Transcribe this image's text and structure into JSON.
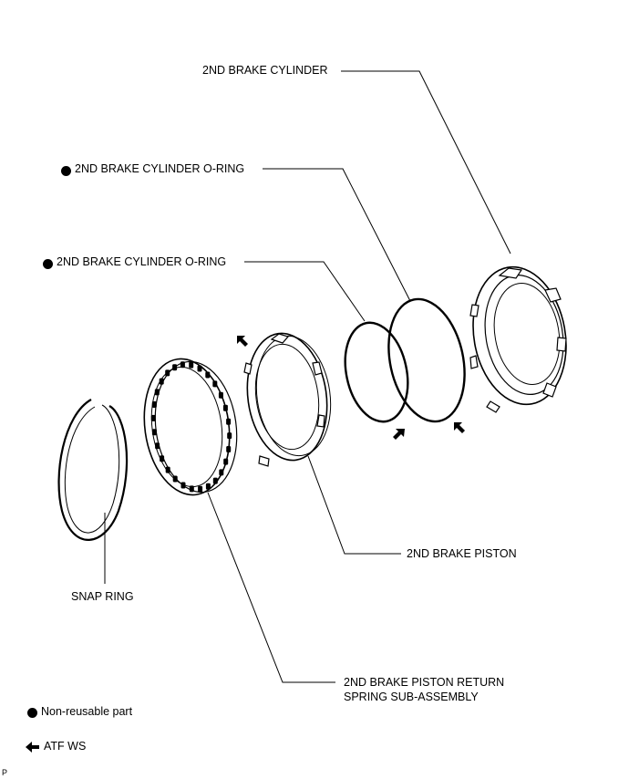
{
  "labels": {
    "cylinder": "2ND BRAKE CYLINDER",
    "oring_outer": "2ND BRAKE CYLINDER O-RING",
    "oring_inner": "2ND BRAKE CYLINDER O-RING",
    "piston": "2ND BRAKE PISTON",
    "snap_ring": "SNAP RING",
    "spring_line1": "2ND BRAKE PISTON RETURN",
    "spring_line2": "SPRING SUB-ASSEMBLY"
  },
  "legend": {
    "non_reusable": "Non-reusable part",
    "atf": "ATF WS"
  },
  "corner_tag": "P",
  "icons": {
    "non_reusable_marker": "filled-circle",
    "lubricate_marker": "arrow-left"
  },
  "colors": {
    "ink": "#000000",
    "background": "#ffffff"
  }
}
